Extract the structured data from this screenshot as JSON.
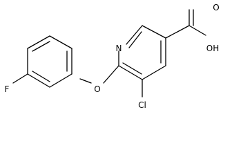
{
  "atom_labels": {
    "nitrogen": "N",
    "oxygen_ether": "O",
    "chlorine": "Cl",
    "fluorine": "F",
    "carbonyl_oxygen": "O",
    "hydroxyl": "OH"
  },
  "colors": {
    "bond": "#000000",
    "label": "#000000",
    "background": "#ffffff"
  }
}
